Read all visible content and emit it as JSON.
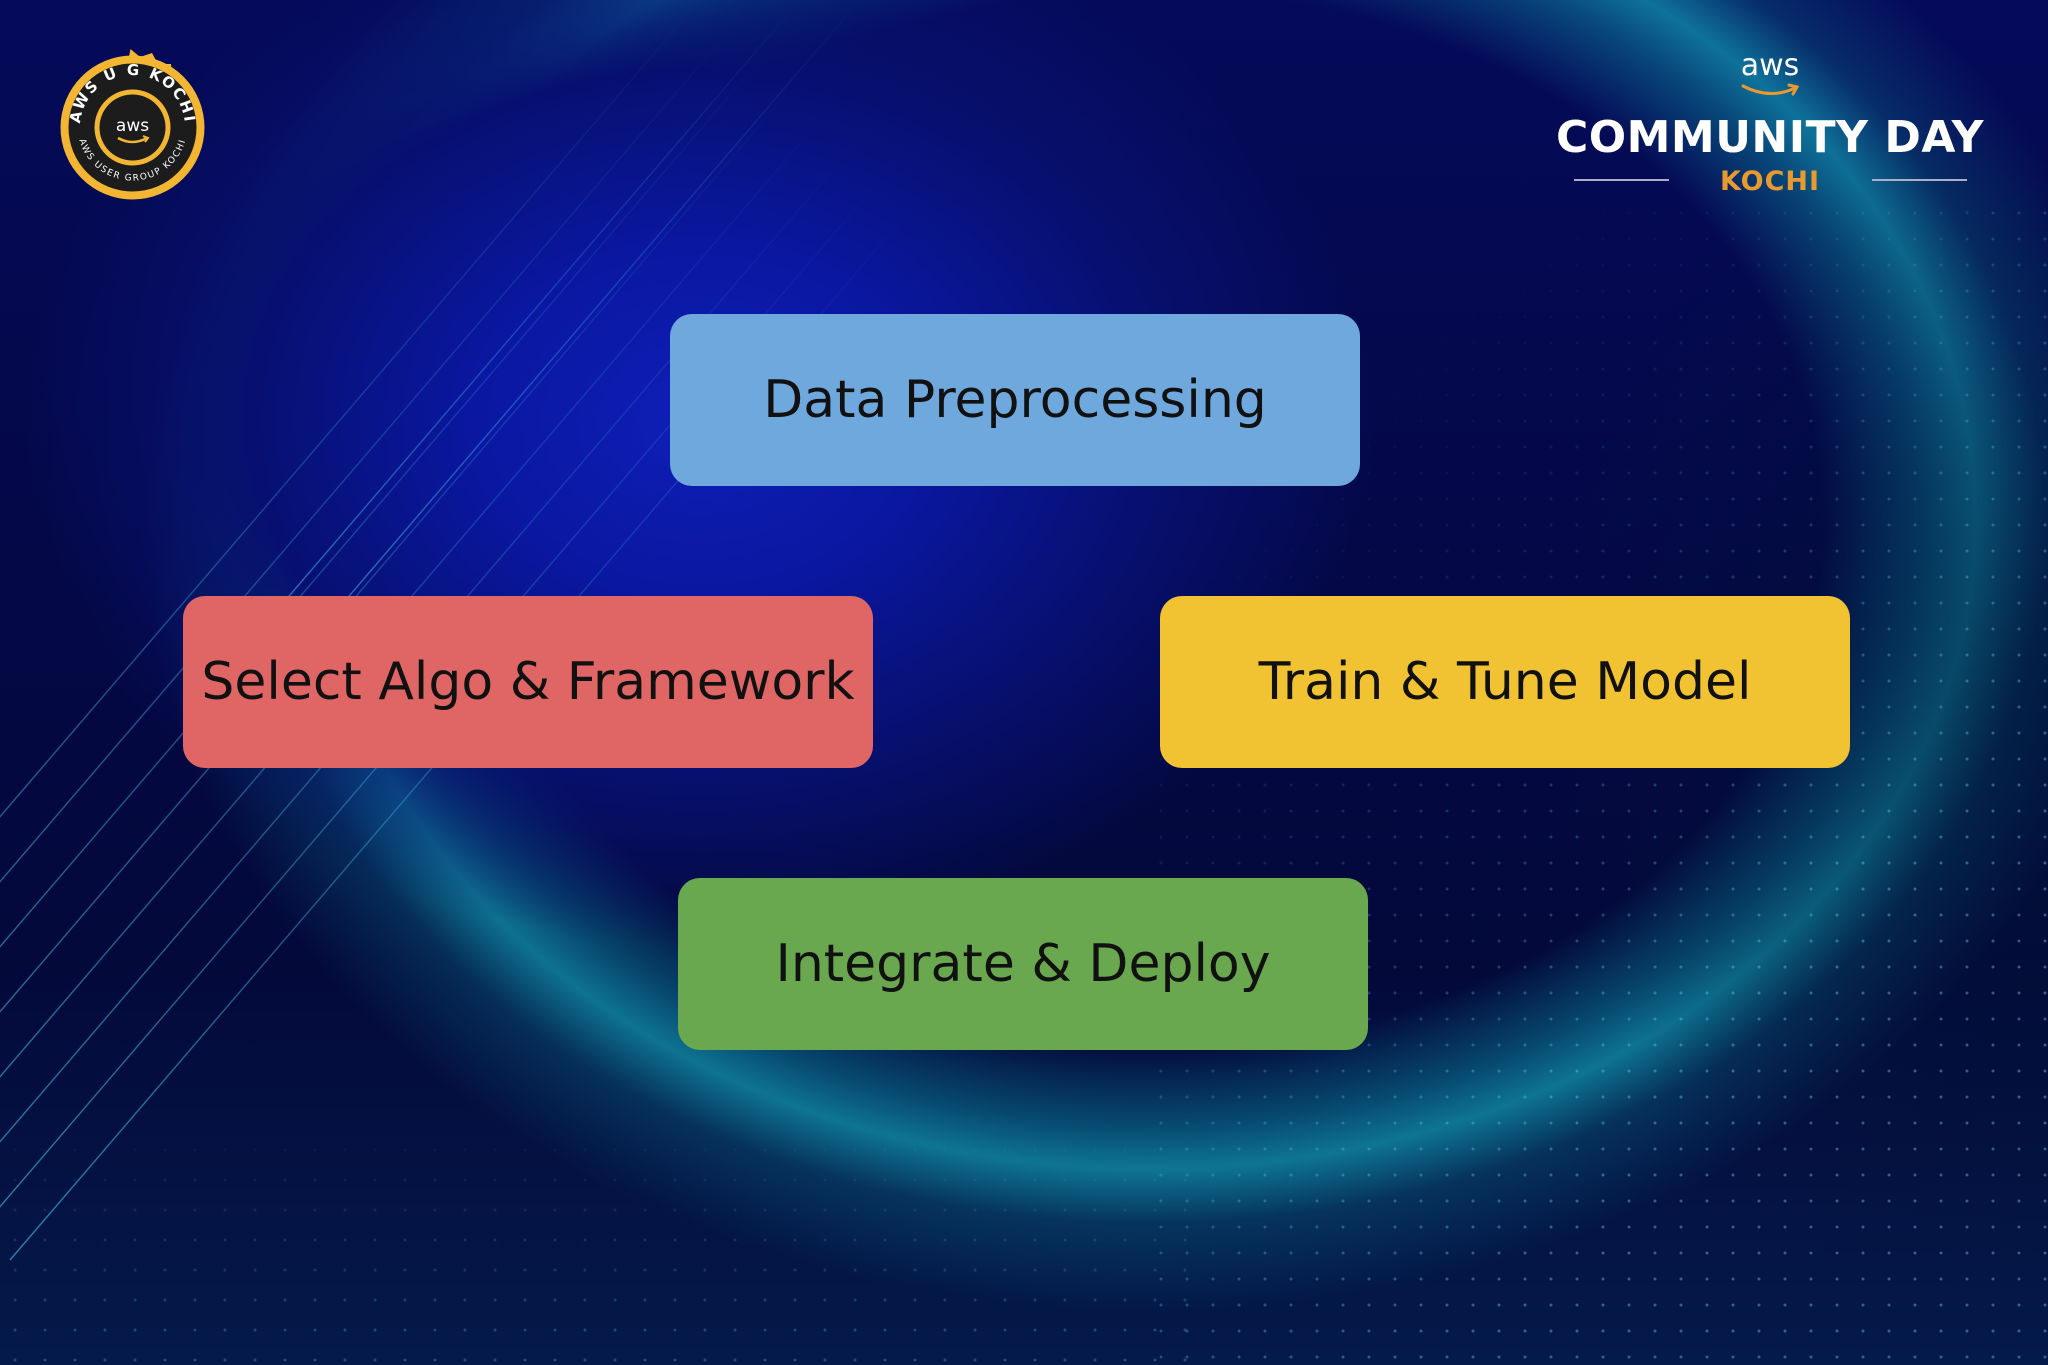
{
  "badge": {
    "ring_text_top": "AWS U G KOCHI",
    "ring_text_bottom": "AWS USER GROUP KOCHI",
    "center_text": "aws",
    "icon": "aws-user-group-kochi-badge"
  },
  "event_logo": {
    "brand": "aws",
    "title": "COMMUNITY DAY",
    "city": "KOCHI",
    "icon": "aws-smile-icon"
  },
  "steps": [
    {
      "label": "Data Preprocessing",
      "color": "#6fa8dc"
    },
    {
      "label": "Select Algo & Framework",
      "color": "#e06666"
    },
    {
      "label": "Train & Tune Model",
      "color": "#f1c232"
    },
    {
      "label": "Integrate & Deploy",
      "color": "#6aa84f"
    }
  ],
  "colors": {
    "background": "#05084a",
    "accent_orange": "#e99a2f",
    "badge_gold": "#f2b632"
  }
}
